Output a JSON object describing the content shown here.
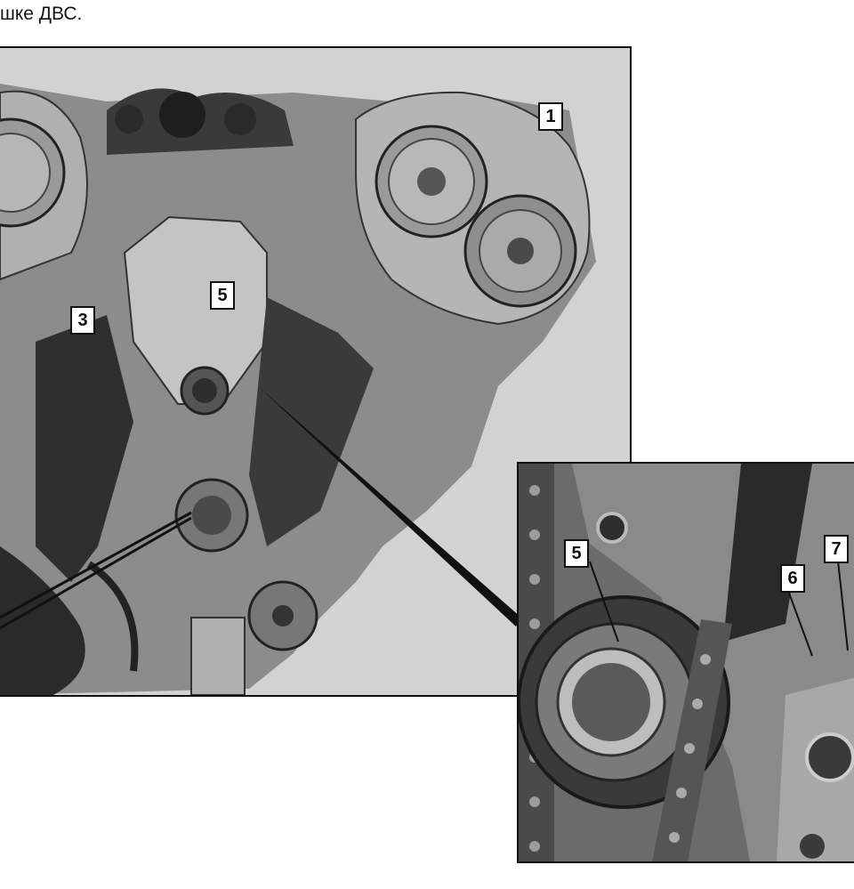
{
  "caption": "шке ДВС.",
  "callouts": {
    "c1": "1",
    "c3": "3",
    "c5_main": "5",
    "c5_inset": "5",
    "c6": "6",
    "c7": "7"
  }
}
